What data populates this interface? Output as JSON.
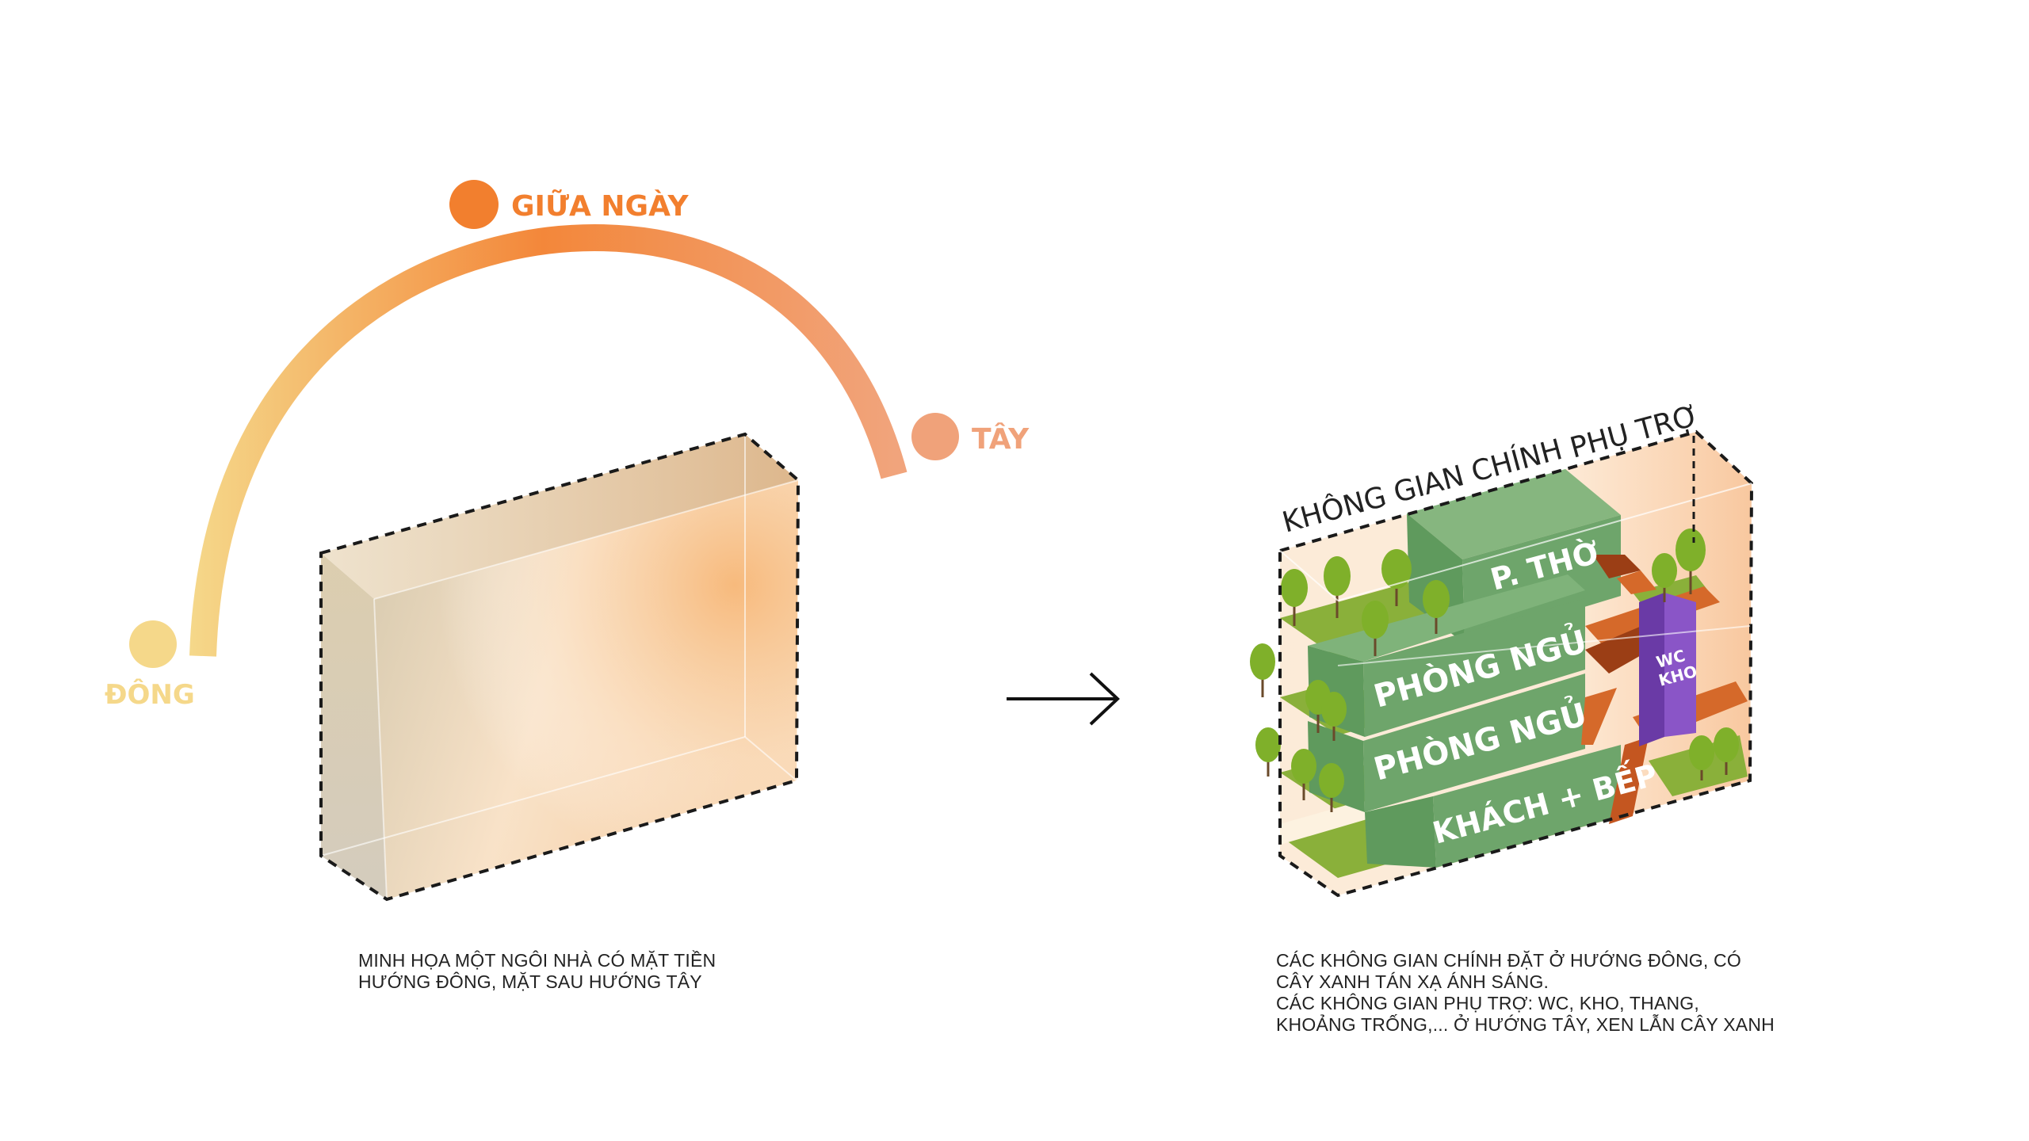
{
  "colors": {
    "east": "#f5d88a",
    "noon": "#f27f2e",
    "west": "#f0a27a",
    "green_box": "#6ea56b",
    "green_face": "#84b87c",
    "grass": "#8ab03a",
    "tree": "#7fb02a",
    "trunk": "#6a4a2a",
    "stair": "#d5692a",
    "stair_dark": "#9b3e15",
    "purple": "#8a55c7",
    "dashed": "#1a1a1a"
  },
  "sun_path": {
    "east_label": "ĐÔNG",
    "noon_label": "GIỮA NGÀY",
    "west_label": "TÂY"
  },
  "caption_left": {
    "line1": "Minh họa một ngôi nhà có mặt tiền",
    "line2": "hướng đông, mặt sau hướng tây"
  },
  "caption_right": {
    "line1": "Các không gian chính đặt ở hướng đông, có",
    "line2": "cây xanh tán xạ ánh sáng.",
    "line3": "Các không gian phụ trợ: WC, kho, thang,",
    "line4": "khoảng trống,... ở hướng tây, xen lẫn cây xanh"
  },
  "zones": {
    "main": "KHÔNG GIAN CHÍNH",
    "aux": "PHỤ TRỢ"
  },
  "rooms": {
    "altar": "P. THỜ",
    "bed1": "PHÒNG NGỦ",
    "bed2": "PHÒNG NGỦ",
    "living": "KHÁCH + BẾP",
    "wc": "WC",
    "store": "KHO"
  }
}
